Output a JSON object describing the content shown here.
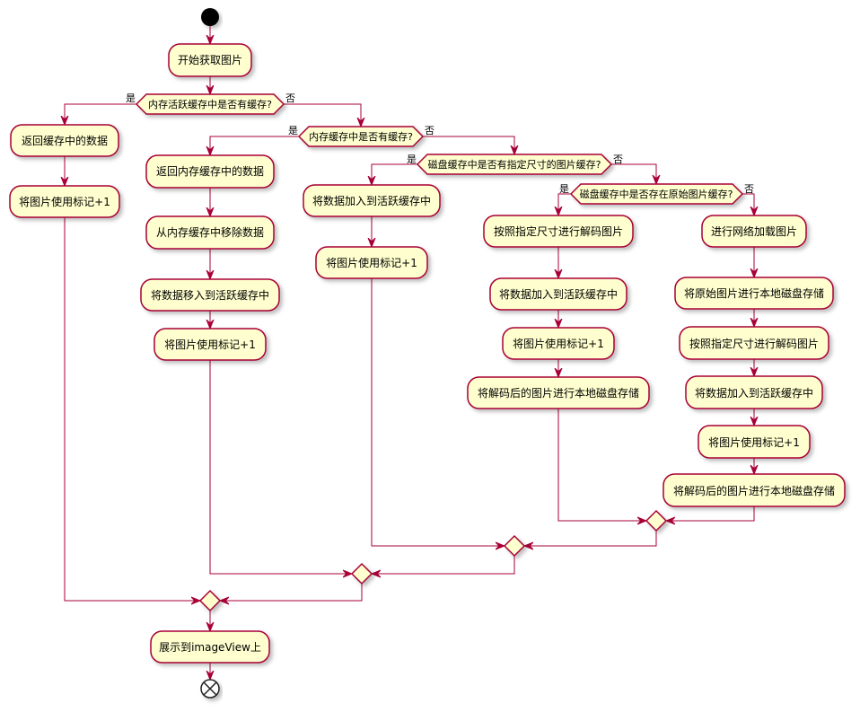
{
  "colors": {
    "activity_fill": "#FEFECE",
    "activity_border": "#A80036",
    "arrow": "#A80036",
    "start_end_node": "#000000"
  },
  "flow": {
    "start_action": "开始获取图片",
    "decision_active_cache": {
      "question": "内存活跃缓存中是否有缓存?",
      "yes": "是",
      "no": "否"
    },
    "active_cache_branch": [
      "返回缓存中的数据",
      "将图片使用标记+1"
    ],
    "decision_memory_cache": {
      "question": "内存缓存中是否有缓存?",
      "yes": "是",
      "no": "否"
    },
    "memory_cache_branch": [
      "返回内存缓存中的数据",
      "从内存缓存中移除数据",
      "将数据移入到活跃缓存中",
      "将图片使用标记+1"
    ],
    "decision_disk_sized": {
      "question": "磁盘缓存中是否有指定尺寸的图片缓存?",
      "yes": "是",
      "no": "否"
    },
    "disk_sized_branch": [
      "将数据加入到活跃缓存中",
      "将图片使用标记+1"
    ],
    "decision_disk_original": {
      "question": "磁盘缓存中是否存在原始图片缓存?",
      "yes": "是",
      "no": "否"
    },
    "disk_original_branch": [
      "按照指定尺寸进行解码图片",
      "将数据加入到活跃缓存中",
      "将图片使用标记+1",
      "将解码后的图片进行本地磁盘存储"
    ],
    "network_branch": [
      "进行网络加载图片",
      "将原始图片进行本地磁盘存储",
      "按照指定尺寸进行解码图片",
      "将数据加入到活跃缓存中",
      "将图片使用标记+1",
      "将解码后的图片进行本地磁盘存储"
    ],
    "final_action": "展示到imageView上"
  }
}
